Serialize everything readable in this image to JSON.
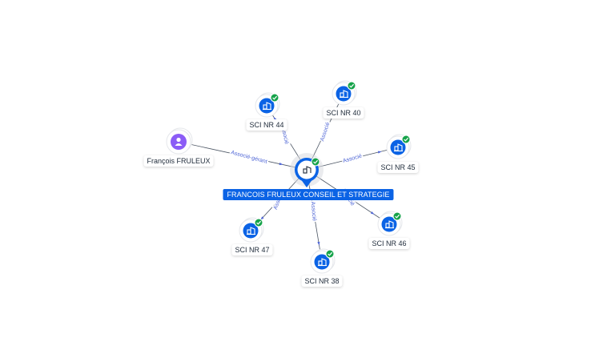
{
  "graph": {
    "center": {
      "label": "FRANCOIS FRULEUX CONSEIL ET STRATEGIE",
      "icon": "company-building-icon",
      "status_icon": "check-badge-icon"
    },
    "person": {
      "label": "François FRULEUX",
      "icon": "person-icon",
      "relation": "Associé-gérant"
    },
    "companies": [
      {
        "label": "SCI NR 44",
        "relation": "Associé",
        "icon": "company-building-icon",
        "status_icon": "check-badge-icon"
      },
      {
        "label": "SCI NR 40",
        "relation": "Associé",
        "icon": "company-building-icon",
        "status_icon": "check-badge-icon"
      },
      {
        "label": "SCI NR 45",
        "relation": "Associé",
        "icon": "company-building-icon",
        "status_icon": "check-badge-icon"
      },
      {
        "label": "SCI NR 46",
        "relation": "Associé",
        "icon": "company-building-icon",
        "status_icon": "check-badge-icon"
      },
      {
        "label": "SCI NR 38",
        "relation": "Associé",
        "icon": "company-building-icon",
        "status_icon": "check-badge-icon"
      },
      {
        "label": "SCI NR 47",
        "relation": "Associé",
        "icon": "company-building-icon",
        "status_icon": "check-badge-icon"
      }
    ]
  },
  "colors": {
    "accent": "#0b63e5",
    "person": "#8b5cf6",
    "check": "#16a34a",
    "edge": "#4b5563",
    "edge_label": "#4f66d6"
  }
}
